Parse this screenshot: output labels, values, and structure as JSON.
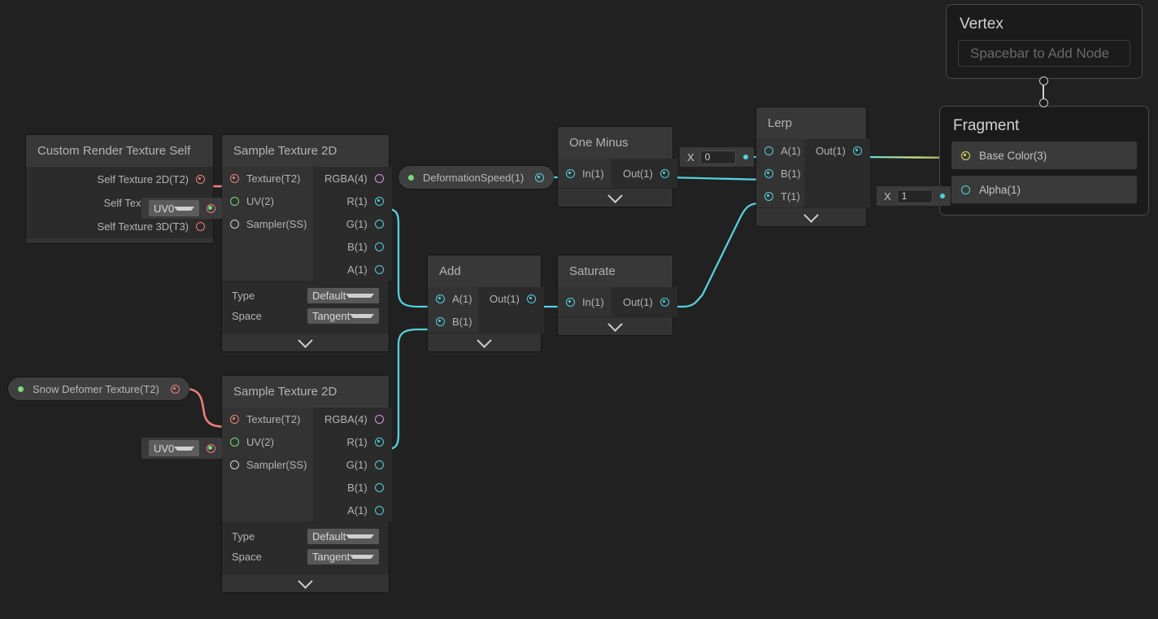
{
  "app": {
    "canvas_background": "#212121",
    "accent_cyan": "#54d1dc",
    "accent_red": "#f07e7e",
    "accent_green": "#7bdb7b",
    "accent_pink": "#d995d9",
    "accent_yellow": "#e0e05c"
  },
  "nodes": {
    "custom_render_texture_self": {
      "title": "Custom Render Texture Self",
      "outputs": [
        {
          "label": "Self Texture 2D(T2)",
          "state": "filled",
          "color": "red"
        },
        {
          "label": "Self Texture (T2A)",
          "state": "filled",
          "color": "red"
        },
        {
          "label": "Self Texture 3D(T3)",
          "state": "empty",
          "color": "red"
        }
      ]
    },
    "sample_texture_2d_top": {
      "title": "Sample Texture 2D",
      "inputs": [
        {
          "label": "Texture(T2)",
          "state": "filled",
          "color": "red"
        },
        {
          "label": "UV(2)",
          "state": "empty",
          "color": "green"
        },
        {
          "label": "Sampler(SS)",
          "state": "empty",
          "color": "white"
        }
      ],
      "outputs": [
        {
          "label": "RGBA(4)",
          "state": "empty",
          "color": "pink"
        },
        {
          "label": "R(1)",
          "state": "filled",
          "color": "cyan"
        },
        {
          "label": "G(1)",
          "state": "empty",
          "color": "cyan"
        },
        {
          "label": "B(1)",
          "state": "empty",
          "color": "cyan"
        },
        {
          "label": "A(1)",
          "state": "empty",
          "color": "cyan"
        }
      ],
      "settings": [
        {
          "label": "Type",
          "value": "Default"
        },
        {
          "label": "Space",
          "value": "Tangent"
        }
      ]
    },
    "sample_texture_2d_bottom": {
      "title": "Sample Texture 2D",
      "inputs": [
        {
          "label": "Texture(T2)",
          "state": "filled",
          "color": "red"
        },
        {
          "label": "UV(2)",
          "state": "empty",
          "color": "green"
        },
        {
          "label": "Sampler(SS)",
          "state": "empty",
          "color": "white"
        }
      ],
      "outputs": [
        {
          "label": "RGBA(4)",
          "state": "empty",
          "color": "pink"
        },
        {
          "label": "R(1)",
          "state": "filled",
          "color": "cyan"
        },
        {
          "label": "G(1)",
          "state": "empty",
          "color": "cyan"
        },
        {
          "label": "B(1)",
          "state": "empty",
          "color": "cyan"
        },
        {
          "label": "A(1)",
          "state": "empty",
          "color": "cyan"
        }
      ],
      "settings": [
        {
          "label": "Type",
          "value": "Default"
        },
        {
          "label": "Space",
          "value": "Tangent"
        }
      ]
    },
    "one_minus": {
      "title": "One Minus",
      "inputs": [
        {
          "label": "In(1)",
          "state": "filled",
          "color": "cyan"
        }
      ],
      "outputs": [
        {
          "label": "Out(1)",
          "state": "filled",
          "color": "cyan"
        }
      ]
    },
    "add": {
      "title": "Add",
      "inputs": [
        {
          "label": "A(1)",
          "state": "filled",
          "color": "cyan"
        },
        {
          "label": "B(1)",
          "state": "filled",
          "color": "cyan"
        }
      ],
      "outputs": [
        {
          "label": "Out(1)",
          "state": "filled",
          "color": "cyan"
        }
      ]
    },
    "saturate": {
      "title": "Saturate",
      "inputs": [
        {
          "label": "In(1)",
          "state": "filled",
          "color": "cyan"
        }
      ],
      "outputs": [
        {
          "label": "Out(1)",
          "state": "filled",
          "color": "cyan"
        }
      ]
    },
    "lerp": {
      "title": "Lerp",
      "inputs": [
        {
          "label": "A(1)",
          "state": "empty",
          "color": "cyan"
        },
        {
          "label": "B(1)",
          "state": "filled",
          "color": "cyan"
        },
        {
          "label": "T(1)",
          "state": "filled",
          "color": "cyan"
        }
      ],
      "outputs": [
        {
          "label": "Out(1)",
          "state": "filled",
          "color": "cyan"
        }
      ]
    }
  },
  "properties": {
    "deformation_speed": {
      "label": "DeformationSpeed(1)"
    },
    "snow_deformer_texture": {
      "label": "Snow Defomer Texture(T2)"
    }
  },
  "widgets": {
    "uv_top": {
      "value": "UV0"
    },
    "uv_bottom": {
      "value": "UV0"
    },
    "float_lerp_a": {
      "axis_label": "X",
      "value": "0"
    },
    "float_alpha": {
      "axis_label": "X",
      "value": "1"
    }
  },
  "master": {
    "vertex": {
      "title": "Vertex",
      "empty_hint": "Spacebar to Add Node"
    },
    "fragment": {
      "title": "Fragment",
      "blocks": [
        {
          "label": "Base Color(3)",
          "state": "filled",
          "color": "yellow"
        },
        {
          "label": "Alpha(1)",
          "state": "empty",
          "color": "cyan"
        }
      ]
    }
  }
}
